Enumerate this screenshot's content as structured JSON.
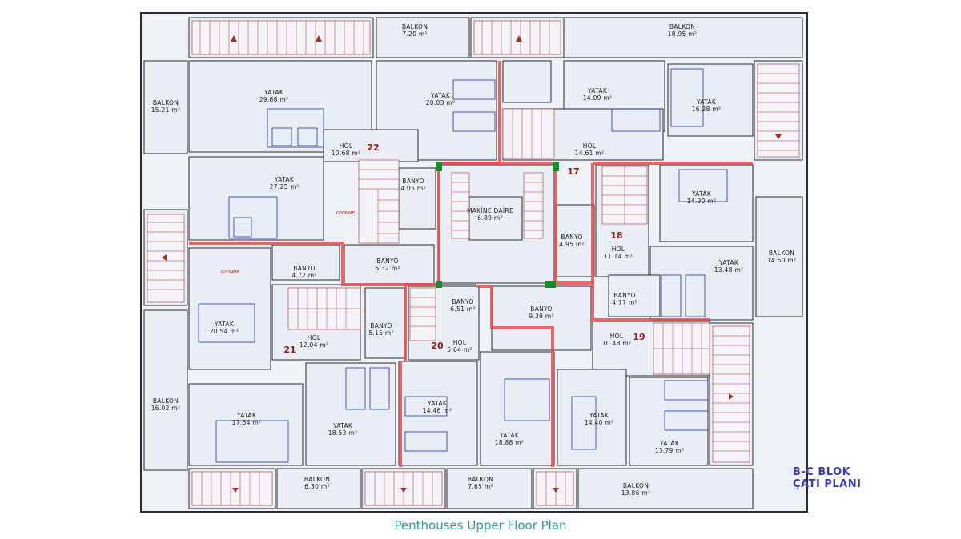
{
  "block_title": {
    "line1": "B-C BLOK",
    "line2": "ÇATI PLANI"
  },
  "caption": "Penthouses Upper Floor Plan",
  "colors": {
    "wall": "#2a2a2a",
    "room_fill": "#e8eef4",
    "unit_boundary": "#e05050",
    "unit_number": "#8b1a1a",
    "caption": "#2a9d8f",
    "block_title": "#3b3bb0"
  },
  "units": [
    "22",
    "17",
    "18",
    "21",
    "20",
    "19"
  ],
  "rooms": [
    {
      "name": "BALKON",
      "area": "7.20 m²"
    },
    {
      "name": "BALKON",
      "area": "18.95 m²"
    },
    {
      "name": "BALKON",
      "area": "15.21 m²"
    },
    {
      "name": "YATAK",
      "area": "29.68 m²"
    },
    {
      "name": "YATAK",
      "area": "20.03 m²"
    },
    {
      "name": "YATAK",
      "area": "14.09 m²"
    },
    {
      "name": "YATAK",
      "area": "16.28 m²"
    },
    {
      "name": "HOL",
      "area": "10.68 m²"
    },
    {
      "name": "HOL",
      "area": "14.61 m²"
    },
    {
      "name": "YATAK",
      "area": "27.25 m²"
    },
    {
      "name": "BANYO",
      "area": "4.05 m²"
    },
    {
      "name": "MAKİNE DAİRE",
      "area": "6.89 m²"
    },
    {
      "name": "YATAK",
      "area": "14.90 m²"
    },
    {
      "name": "BANYO",
      "area": "4.95 m²"
    },
    {
      "name": "HOL",
      "area": "11.14 m²"
    },
    {
      "name": "BALKON",
      "area": "14.60 m²"
    },
    {
      "name": "BANYO",
      "area": "4.72 m²"
    },
    {
      "name": "BANYO",
      "area": "6.32 m²"
    },
    {
      "name": "YATAK",
      "area": "13.48 m²"
    },
    {
      "name": "BANYO",
      "area": "6.51 m²"
    },
    {
      "name": "BANYO",
      "area": "4.77 m²"
    },
    {
      "name": "YATAK",
      "area": "20.54 m²"
    },
    {
      "name": "BANYO",
      "area": "5.15 m²"
    },
    {
      "name": "BANYO",
      "area": "9.39 m²"
    },
    {
      "name": "HOL",
      "area": "12.04 m²"
    },
    {
      "name": "HOL",
      "area": "5.64 m²"
    },
    {
      "name": "HOL",
      "area": "10.48 m²"
    },
    {
      "name": "BALKON",
      "area": "16.02 m²"
    },
    {
      "name": "YATAK",
      "area": "14.46 m²"
    },
    {
      "name": "YATAK",
      "area": "17.64 m²"
    },
    {
      "name": "YATAK",
      "area": "18.53 m²"
    },
    {
      "name": "YATAK",
      "area": "18.88 m²"
    },
    {
      "name": "YATAK",
      "area": "14.40 m²"
    },
    {
      "name": "YATAK",
      "area": "13.79 m²"
    },
    {
      "name": "BALKON",
      "area": "6.30 m²"
    },
    {
      "name": "BALKON",
      "area": "7.65 m²"
    },
    {
      "name": "BALKON",
      "area": "13.86 m²"
    }
  ],
  "dressing": [
    "GİYİNME",
    "GİYİNME"
  ]
}
